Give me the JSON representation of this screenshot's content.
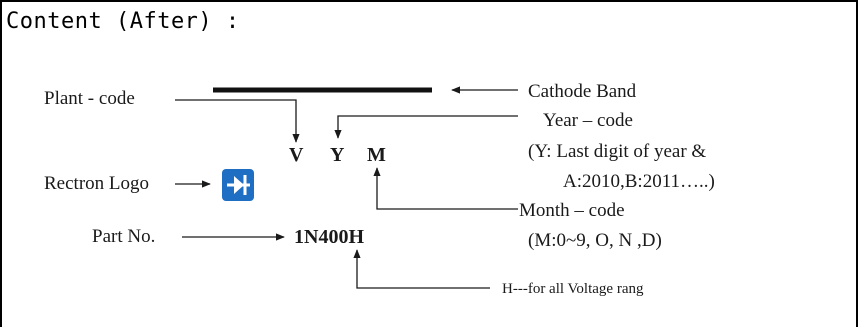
{
  "heading": "Content (After) :",
  "labels": {
    "plant_code": "Plant - code",
    "cathode_band": "Cathode Band",
    "year_code": "Year – code",
    "year_note_1": "(Y: Last digit of year &",
    "year_note_2": "A:2010,B:2011…..)",
    "rectron_logo": "Rectron Logo",
    "month_code": "Month – code",
    "month_note": "(M:0~9, O, N ,D)",
    "part_no": "Part No.",
    "h_note": "H---for all Voltage rang"
  },
  "marking": {
    "v": "V",
    "y": "Y",
    "m": "M",
    "part_number": "1N400H"
  },
  "colors": {
    "line": "#1a1a1a",
    "logo_blue": "#1e6fc4",
    "logo_symbol": "#ffffff"
  },
  "icons": {
    "logo": "rectron-diode-logo-icon"
  }
}
